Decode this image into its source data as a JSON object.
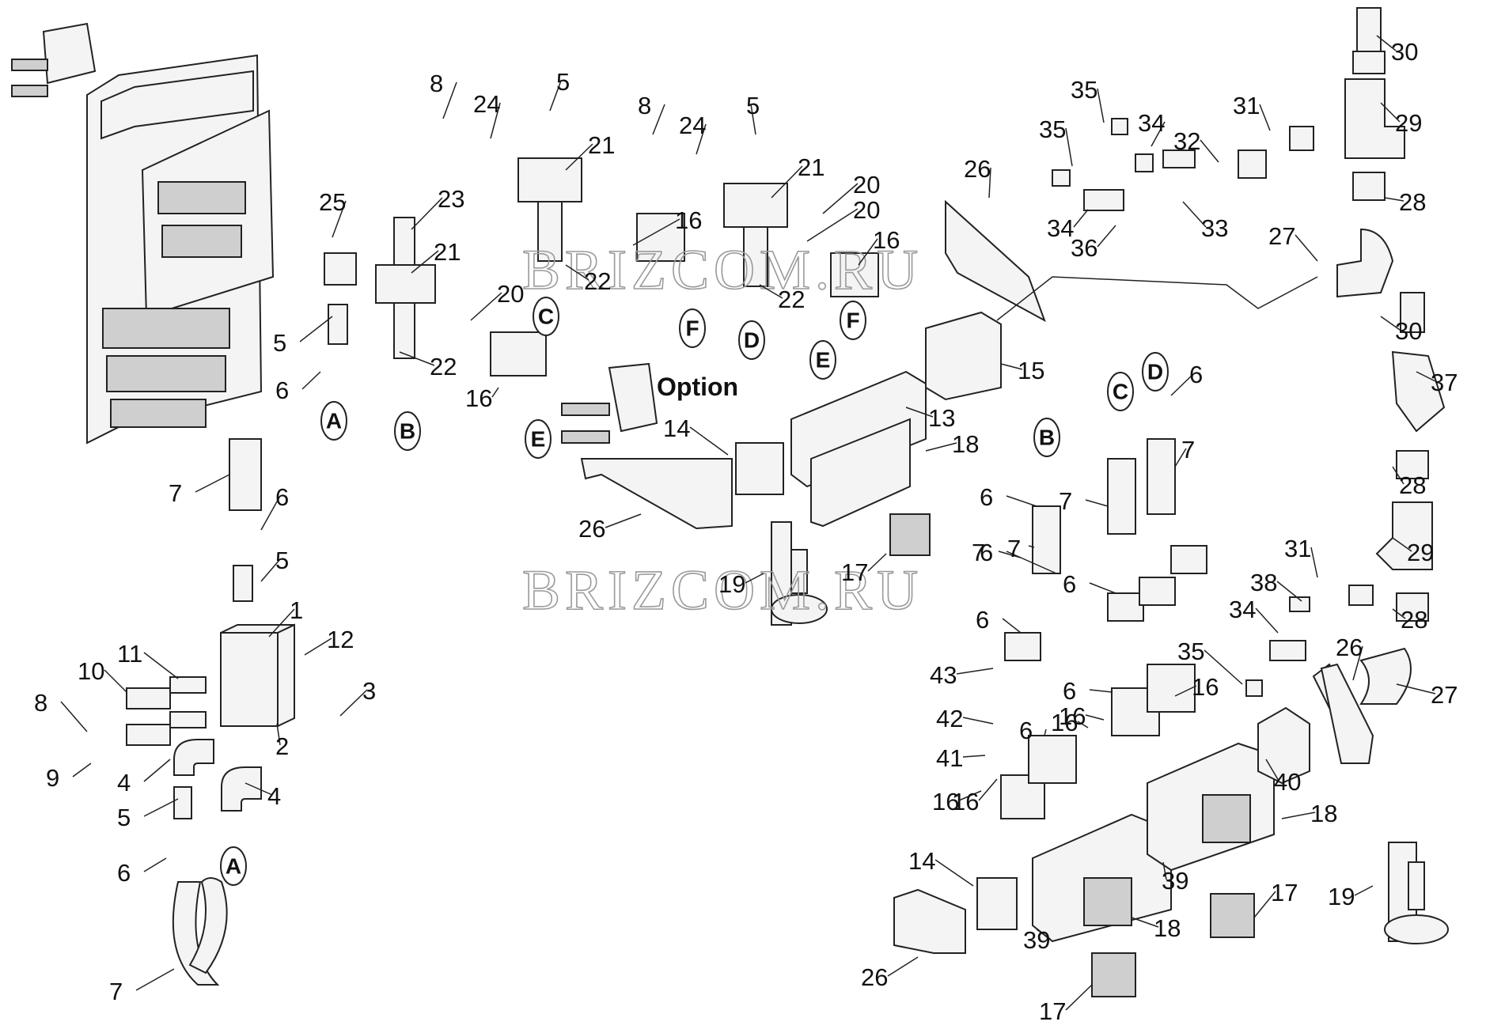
{
  "watermarks": [
    "BRIZCOM.RU",
    "BRIZCOM.RU"
  ],
  "option_label": "Option",
  "connectors": [
    "A",
    "B",
    "C",
    "D",
    "E",
    "F",
    "A",
    "B",
    "C",
    "D",
    "E",
    "F"
  ],
  "callouts": [
    "1",
    "2",
    "3",
    "4",
    "4",
    "5",
    "5",
    "5",
    "5",
    "5",
    "6",
    "6",
    "6",
    "6",
    "6",
    "6",
    "6",
    "6",
    "6",
    "6",
    "7",
    "7",
    "7",
    "7",
    "7",
    "7",
    "8",
    "8",
    "8",
    "9",
    "10",
    "11",
    "12",
    "13",
    "14",
    "14",
    "15",
    "16",
    "16",
    "16",
    "16",
    "16",
    "16",
    "16",
    "16",
    "17",
    "17",
    "17",
    "18",
    "18",
    "18",
    "19",
    "19",
    "20",
    "20",
    "20",
    "21",
    "21",
    "21",
    "22",
    "22",
    "22",
    "23",
    "24",
    "24",
    "25",
    "26",
    "26",
    "26",
    "26",
    "27",
    "27",
    "28",
    "28",
    "28",
    "29",
    "29",
    "30",
    "30",
    "31",
    "31",
    "32",
    "33",
    "34",
    "34",
    "34",
    "35",
    "35",
    "35",
    "36",
    "37",
    "38",
    "39",
    "39",
    "40",
    "41",
    "42",
    "43"
  ]
}
